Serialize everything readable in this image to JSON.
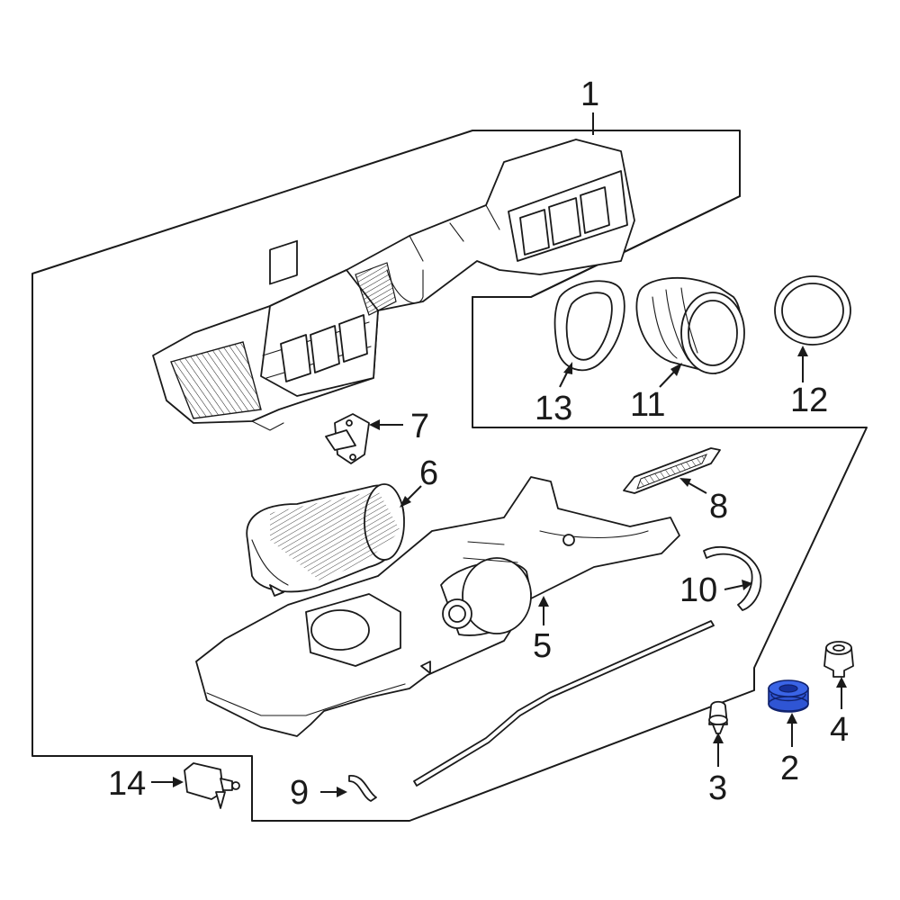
{
  "diagram": {
    "highlight_color": "#2f55d4",
    "line_color": "#1a1a1a",
    "background": "#ffffff",
    "callouts": [
      {
        "id": "c1",
        "label": "1"
      },
      {
        "id": "c2",
        "label": "2",
        "highlighted": true
      },
      {
        "id": "c3",
        "label": "3"
      },
      {
        "id": "c4",
        "label": "4"
      },
      {
        "id": "c5",
        "label": "5"
      },
      {
        "id": "c6",
        "label": "6"
      },
      {
        "id": "c7",
        "label": "7"
      },
      {
        "id": "c8",
        "label": "8"
      },
      {
        "id": "c9",
        "label": "9"
      },
      {
        "id": "c10",
        "label": "10"
      },
      {
        "id": "c11",
        "label": "11"
      },
      {
        "id": "c12",
        "label": "12"
      },
      {
        "id": "c13",
        "label": "13"
      },
      {
        "id": "c14",
        "label": "14"
      }
    ]
  }
}
